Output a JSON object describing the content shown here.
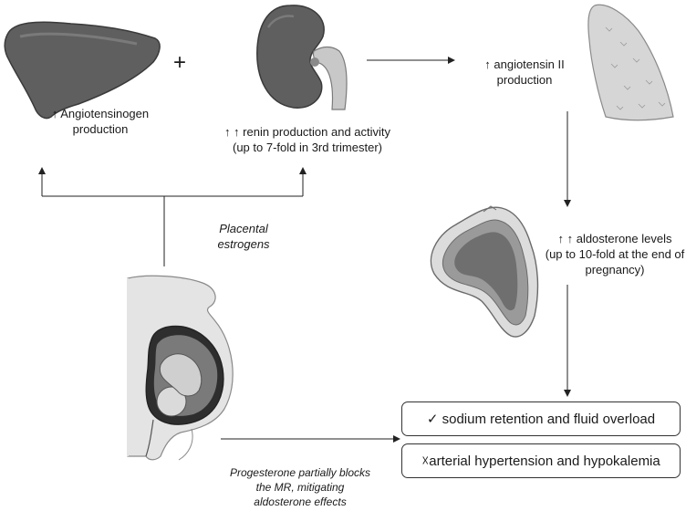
{
  "plus_sign": "+",
  "liver": {
    "label_line1": "↑ Angiotensinogen",
    "label_line2": "production"
  },
  "kidney": {
    "label_line1": "↑ ↑ renin production and activity",
    "label_line2": "(up to 7-fold in 3rd trimester)"
  },
  "lung": {
    "label_line1": "↑ angiotensin II",
    "label_line2": "production"
  },
  "adrenal": {
    "label_line1": "↑ ↑ aldosterone levels",
    "label_line2": "(up to 10-fold at the end of",
    "label_line3": "pregnancy)"
  },
  "placenta": {
    "label_line1": "Placental",
    "label_line2": "estrogens"
  },
  "progesterone": {
    "line1": "Progesterone partially blocks",
    "line2": "the MR, mitigating",
    "line3": "aldosterone effects"
  },
  "outcomes": [
    {
      "text": "✓ sodium retention and fluid overload"
    },
    {
      "text": "☓arterial hypertension and hypokalemia"
    }
  ],
  "colors": {
    "organ_dark": "#5f5f5f",
    "organ_mid": "#8a8a8a",
    "organ_light": "#c8c8c8",
    "skin": "#e4e4e4",
    "line": "#222222"
  }
}
